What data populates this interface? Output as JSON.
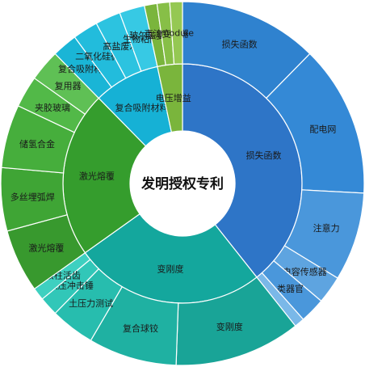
{
  "chart_data": {
    "type": "sunburst",
    "center_label": "发明授权专利",
    "inner": [
      {
        "name": "损失函数",
        "value": 35,
        "color": "#2e75c7"
      },
      {
        "name": "变刚度",
        "value": 23,
        "color": "#14a79d"
      },
      {
        "name": "激光熔覆",
        "value": 20,
        "color": "#359d2d"
      },
      {
        "name": "复合吸附材料",
        "value": 8,
        "color": "#16b1d5"
      },
      {
        "name": "电压增益",
        "value": 3,
        "color": "#7ab53c"
      }
    ],
    "outer": [
      {
        "parent": "损失函数",
        "name": "损失函数",
        "value": 11,
        "color": "#2f82cf"
      },
      {
        "parent": "损失函数",
        "name": "配电网",
        "value": 12,
        "color": "#3489d6"
      },
      {
        "parent": "损失函数",
        "name": "注意力",
        "value": 7,
        "color": "#4a97db"
      },
      {
        "parent": "损失函数",
        "name": "电容传感器",
        "value": 2.2,
        "color": "#5ea4e0"
      },
      {
        "parent": "损失函数",
        "name": "类器官",
        "value": 2,
        "color": "#4a97db"
      },
      {
        "parent": "损失函数",
        "name": "",
        "value": 0.8,
        "color": "#7ab8e8"
      },
      {
        "parent": "变刚度",
        "name": "变刚度",
        "value": 10,
        "color": "#19a497"
      },
      {
        "parent": "变刚度",
        "name": "复合球铰",
        "value": 7,
        "color": "#1fb1a2"
      },
      {
        "parent": "变刚度",
        "name": "土压力测试",
        "value": 3.5,
        "color": "#27bdae"
      },
      {
        "parent": "变刚度",
        "name": "液压冲击锤",
        "value": 1.5,
        "color": "#31c7b8"
      },
      {
        "parent": "变刚度",
        "name": "滚柱活齿",
        "value": 1,
        "color": "#3ed0c0"
      },
      {
        "parent": "激光熔覆",
        "name": "激光熔覆",
        "value": 5,
        "color": "#38992e"
      },
      {
        "parent": "激光熔覆",
        "name": "多丝埋弧焊",
        "value": 5,
        "color": "#3fa535"
      },
      {
        "parent": "激光熔覆",
        "name": "储氢合金",
        "value": 5,
        "color": "#46ae3c"
      },
      {
        "parent": "激光熔覆",
        "name": "夹胶玻璃",
        "value": 2.5,
        "color": "#52b948"
      },
      {
        "parent": "激光熔覆",
        "name": "复用器",
        "value": 2.5,
        "color": "#5fc055"
      },
      {
        "parent": "复合吸附材料",
        "name": "复合吸附材料",
        "value": 2,
        "color": "#1ab5d6"
      },
      {
        "parent": "复合吸附材料",
        "name": "二氧化硅微球",
        "value": 2,
        "color": "#22bcdc"
      },
      {
        "parent": "复合吸附材料",
        "name": "高盐废水",
        "value": 2,
        "color": "#2cc3e0"
      },
      {
        "parent": "复合吸附材料",
        "name": "生物粘附",
        "value": 2,
        "color": "#37c9e4"
      },
      {
        "parent": "电压增益",
        "name": "玻尔兹曼常数",
        "value": 1,
        "color": "#7ab53c"
      },
      {
        "parent": "电压增益",
        "name": "直流变换器",
        "value": 1,
        "color": "#87bf47"
      },
      {
        "parent": "电压增益",
        "name": "module",
        "value": 1,
        "color": "#95c853"
      }
    ]
  }
}
